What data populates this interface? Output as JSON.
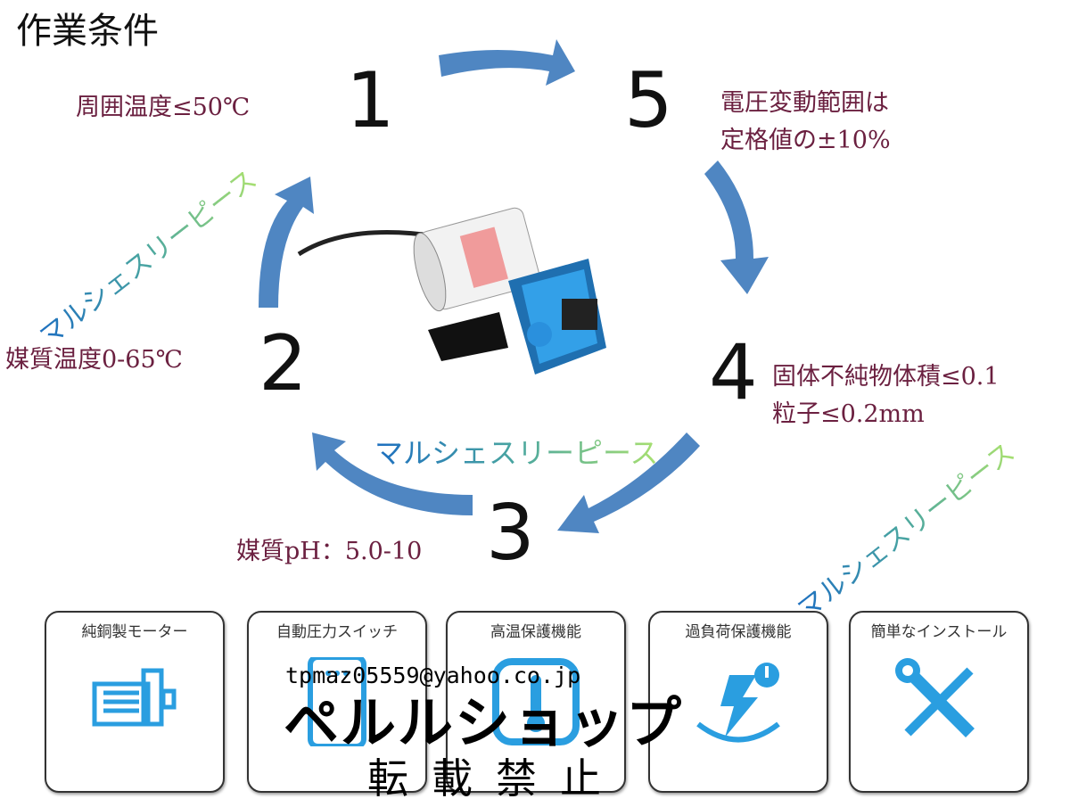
{
  "title": "作業条件",
  "steps": [
    {
      "number": "1",
      "text": "周囲温度≤50℃"
    },
    {
      "number": "2",
      "text": "媒質温度0-65℃"
    },
    {
      "number": "3",
      "text": "媒質pH：5.0-10"
    },
    {
      "number": "4",
      "lines": [
        "固体不純物体積≤0.1",
        "粒子≤0.2mm"
      ]
    },
    {
      "number": "5",
      "lines": [
        "電圧変動範囲は",
        "定格値の±10%"
      ]
    }
  ],
  "features": [
    {
      "icon": "motor-icon",
      "label": "純銅製モーター"
    },
    {
      "icon": "pressure-switch-icon",
      "label": "自動圧力スイッチ"
    },
    {
      "icon": "thermometer-icon",
      "label": "高温保護機能"
    },
    {
      "icon": "overload-icon",
      "label": "過負荷保護機能"
    },
    {
      "icon": "wrench-screwdriver-icon",
      "label": "簡単なインストール"
    }
  ],
  "watermarks": {
    "brand": "マルシェスリーピース",
    "email": "tpmaz05559@yahoo.co.jp",
    "shop": "ペルルショップ",
    "notice": "転載禁止"
  },
  "colors": {
    "arrow": "#4f86c2",
    "icon": "#2a9ee0",
    "condition_text": "#6b2040"
  }
}
